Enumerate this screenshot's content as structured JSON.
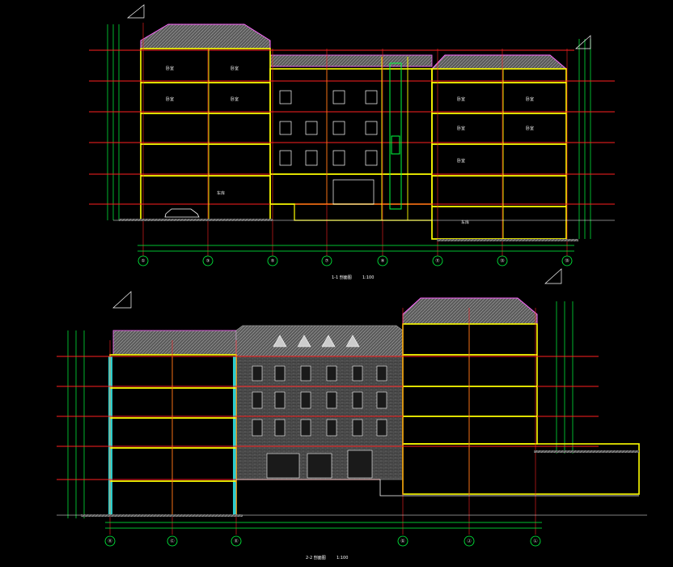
{
  "section_1": {
    "title": "1-1 剖面图",
    "scale": "1:100",
    "axes": [
      "①",
      "③",
      "⑤",
      "⑦",
      "⑨",
      "⑪",
      "⑬",
      "⑮"
    ],
    "room_labels": [
      "卧室",
      "卧室",
      "卧室",
      "卧室",
      "车库",
      "卧室",
      "卧室",
      "卧室",
      "卧室",
      "卧室",
      "车库"
    ]
  },
  "section_2": {
    "title": "2-2 剖面图",
    "scale": "1:100",
    "axes": [
      "Ⓐ",
      "Ⓒ",
      "Ⓔ",
      "Ⓖ",
      "Ⓙ",
      "Ⓛ"
    ]
  },
  "colors": {
    "background": "#000000",
    "floor_lines": "#ff2020",
    "structure": "#ffff00",
    "dimension": "#00ff40",
    "wall_fill": "#ff66ff",
    "glass": "#33ffff",
    "roof": "#9a9a9a",
    "text": "#ffffff"
  }
}
